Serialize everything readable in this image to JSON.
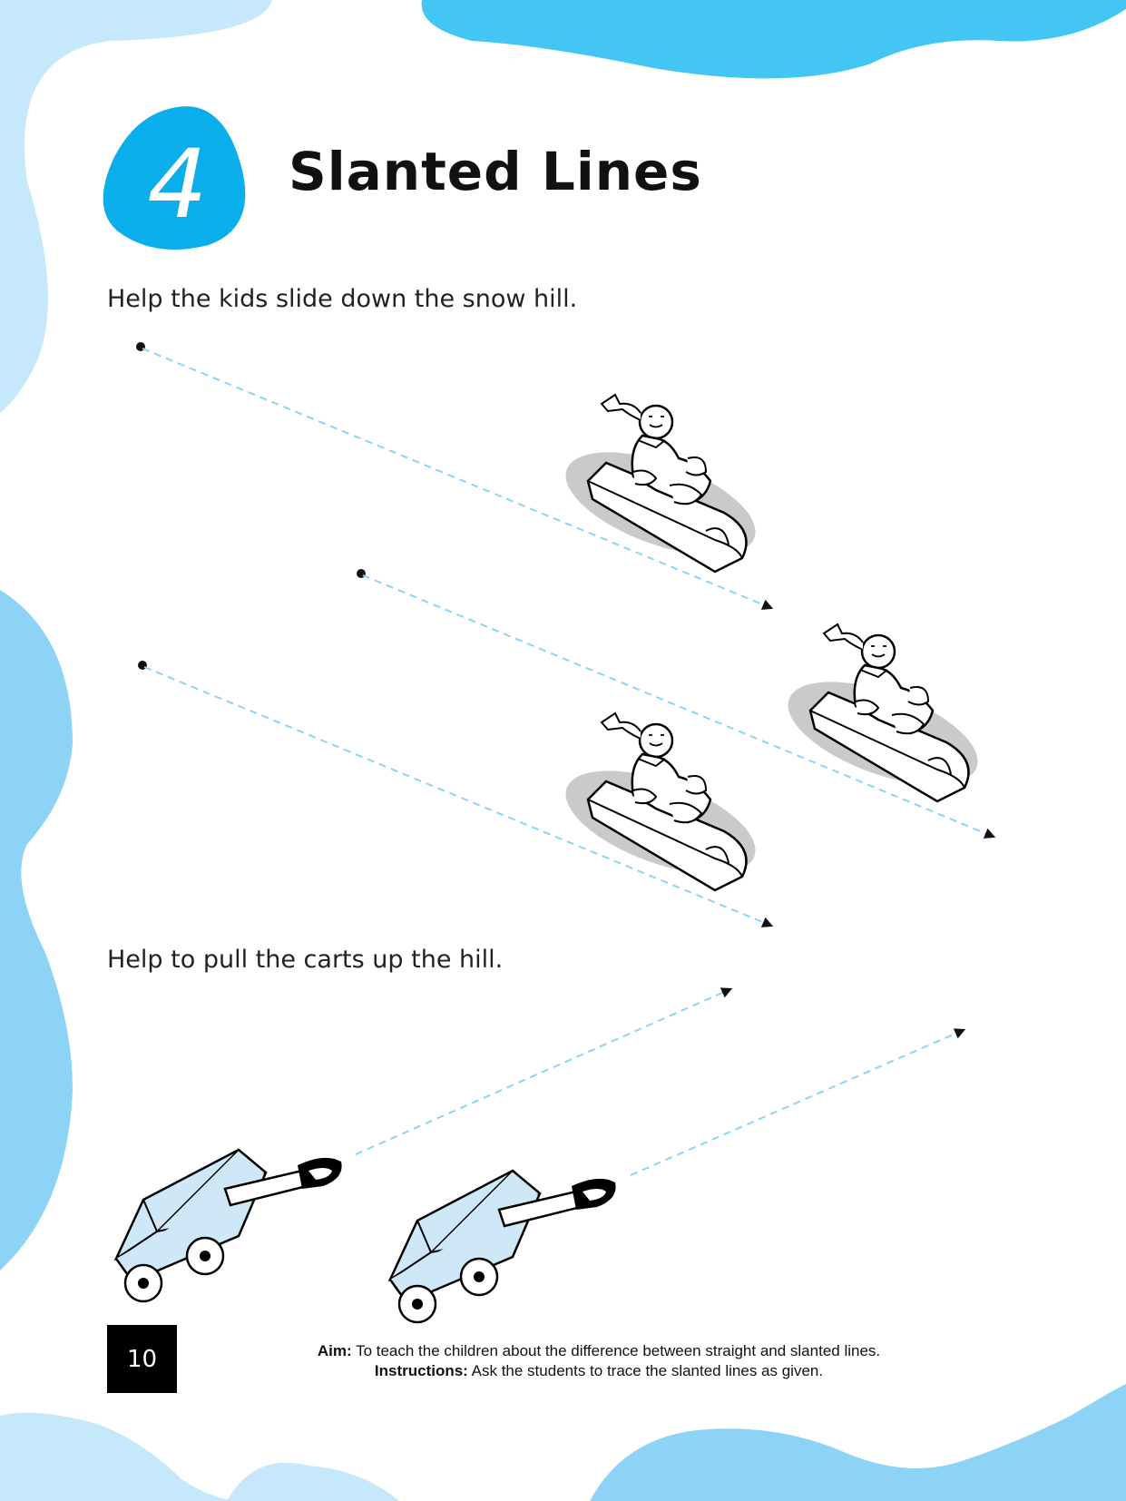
{
  "activity": {
    "number": "4",
    "title": "Slanted Lines"
  },
  "section1": {
    "instruction": "Help the kids slide down the snow hill."
  },
  "section2": {
    "instruction": "Help to pull the carts up the hill."
  },
  "footer": {
    "page_number": "10",
    "aim_label": "Aim:",
    "aim_text": "To teach the children about the difference between straight and slanted lines.",
    "instructions_label": "Instructions:",
    "instructions_text": "Ask the students to trace the slanted lines as given."
  },
  "colors": {
    "accent_blue": "#0aaeea",
    "light_blue": "#c6e8fb",
    "mid_blue": "#8dd3f6",
    "sky_blue": "#43c6f4",
    "dash_blue": "#8fd3f4",
    "cart_blue": "#cfe8f8"
  }
}
